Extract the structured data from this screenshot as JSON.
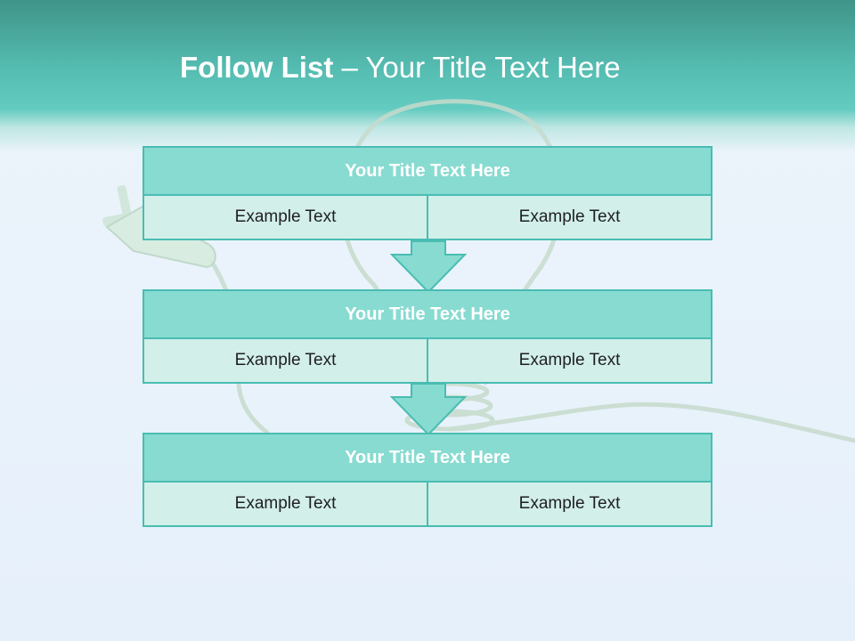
{
  "slide": {
    "title_bold": "Follow List",
    "title_rest": " – Your Title Text Here",
    "steps": [
      {
        "title": "Your Title Text Here",
        "left": "Example Text",
        "right": "Example Text"
      },
      {
        "title": "Your Title Text Here",
        "left": "Example Text",
        "right": "Example Text"
      },
      {
        "title": "Your Title Text Here",
        "left": "Example Text",
        "right": "Example Text"
      }
    ]
  },
  "colors": {
    "header_teal": "#55bcb1",
    "box_header": "#88dbd1",
    "box_cell": "#d2efea",
    "box_border": "#49bdb2"
  },
  "icons": [
    "light-bulb-illustration",
    "power-plug-illustration",
    "down-arrow-icon"
  ]
}
